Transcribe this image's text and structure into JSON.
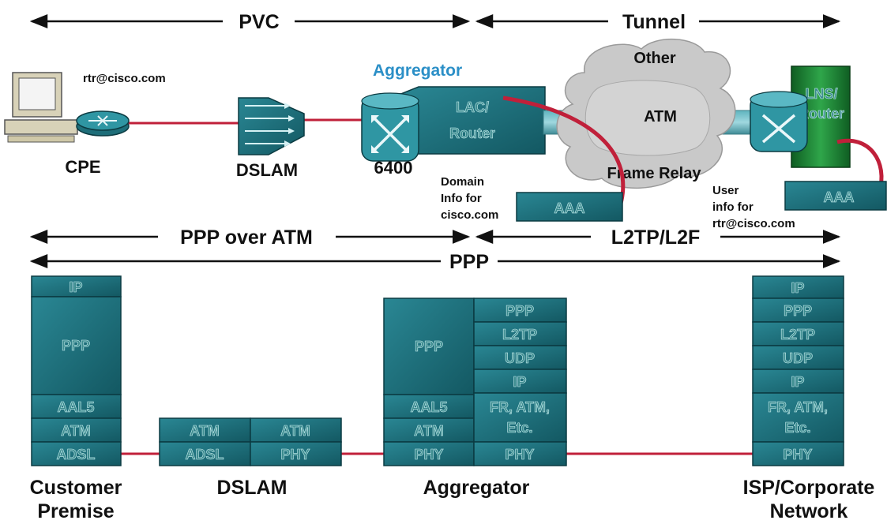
{
  "spans": {
    "pvc": "PVC",
    "tunnel": "Tunnel",
    "pppoa": "PPP over ATM",
    "l2tp": "L2TP/L2F",
    "ppp": "PPP"
  },
  "top": {
    "user_email": "rtr@cisco.com",
    "cpe": "CPE",
    "dslam": "DSLAM",
    "aggregator_title": "Aggregator",
    "model_6400": "6400",
    "lac_line1": "LAC/",
    "lac_line2": "Router",
    "cloud_other": "Other",
    "cloud_atm": "ATM",
    "cloud_fr": "Frame Relay",
    "lns_line1": "LNS/",
    "lns_line2": "Router",
    "domain_info": [
      "Domain",
      "Info for",
      "cisco.com"
    ],
    "user_info": [
      "User",
      "info for",
      "rtr@cisco.com"
    ],
    "aaa_left": "AAA",
    "aaa_right": "AAA"
  },
  "stacks": {
    "customer": [
      "IP",
      "PPP",
      "AAL5",
      "ATM",
      "ADSL"
    ],
    "dslam_left": [
      "ATM",
      "ADSL"
    ],
    "dslam_right": [
      "ATM",
      "PHY"
    ],
    "agg_left": [
      "PPP",
      "AAL5",
      "ATM",
      "PHY"
    ],
    "agg_right": [
      "PPP",
      "L2TP",
      "UDP",
      "IP",
      "FR, ATM,",
      "Etc.",
      "PHY"
    ],
    "isp": [
      "IP",
      "PPP",
      "L2TP",
      "UDP",
      "IP",
      "FR, ATM,",
      "Etc.",
      "PHY"
    ]
  },
  "bottom": {
    "customer_line1": "Customer",
    "customer_line2": "Premise",
    "dslam": "DSLAM",
    "aggregator": "Aggregator",
    "isp_line1": "ISP/Corporate",
    "isp_line2": "Network"
  },
  "colors": {
    "stack_fill": "#1e6e79",
    "stack_border": "#0b3b42",
    "link_red": "#c0203a",
    "label_blue": "#2b8fc7",
    "cloud": "#c9c9c9",
    "lns_green": "#1f8a3a"
  }
}
